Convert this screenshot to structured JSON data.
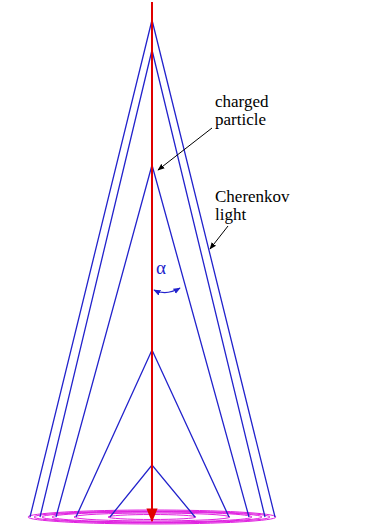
{
  "diagram": {
    "labels": [
      "charged particle",
      "Cherenkov light",
      "α"
    ]
  }
}
